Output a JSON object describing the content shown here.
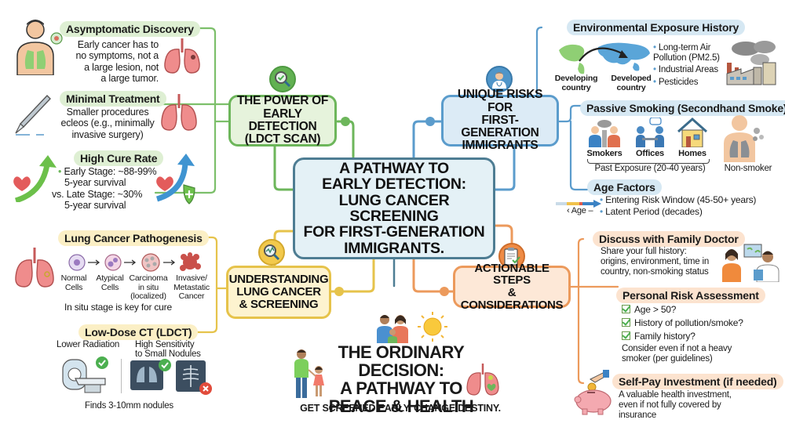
{
  "colors": {
    "green": "#6db65b",
    "blue": "#5b9ccc",
    "yellow": "#e6c34b",
    "orange": "#ec9a5c",
    "center_border": "#4e7d93",
    "center_fill": "#e4f1f6"
  },
  "center": {
    "lines": [
      "A Pathway to",
      "Early Detection:",
      "Lung Cancer Screening",
      "for First-Generation",
      "Immigrants."
    ],
    "icon": "none"
  },
  "early_detection": {
    "title_lines": [
      "The Power of",
      "Early Detection",
      "(LDCT Scan)"
    ],
    "icon": "magnifier-check-icon",
    "items": [
      {
        "title": "Asymptomatic Discovery",
        "text_lines": [
          "Early cancer has to",
          "no symptoms, not a",
          "a large lesion, not",
          "a large tumor."
        ],
        "icons": [
          "person-lungs-icon",
          "lungs-nodule-icon"
        ]
      },
      {
        "title": "Minimal Treatment",
        "text_lines": [
          "Smaller procedures",
          "ecleos (e.g., minimally",
          "invasive surgery)"
        ],
        "icons": [
          "scalpel-icon",
          "lungs-icon"
        ]
      },
      {
        "title": "High Cure Rate",
        "text_lines": [
          "Early Stage: ~88-99%",
          "5-year survival",
          "vs. Late Stage: ~30%",
          "5-year survival"
        ],
        "icons": [
          "heart-arrow-up-icon",
          "heart-shield-arrow-icon"
        ]
      }
    ]
  },
  "unique_risks": {
    "title_lines": [
      "Unique Risks for",
      "First-Generation",
      "Immigrants"
    ],
    "icon": "doctor-avatar-icon",
    "environmental": {
      "title": "Environmental Exposure History",
      "map_labels": [
        "Developing country",
        "Developed country"
      ],
      "bullets": [
        "Long-term Air Pollution (PM2.5)",
        "Industrial Areas",
        "Pesticides"
      ],
      "icons": [
        "world-map-migration-icon",
        "factory-smoke-icon"
      ]
    },
    "passive_smoking": {
      "title": "Passive Smoking (Secondhand Smoke)",
      "places": [
        "Smokers",
        "Offices",
        "Homes"
      ],
      "caption": "Past Exposure (20-40 years)",
      "person_label": "Non-smoker",
      "icons": [
        "smokers-icon",
        "office-meeting-icon",
        "house-icon",
        "non-smoker-lungs-icon"
      ]
    },
    "age": {
      "title": "Age Factors",
      "axis_label": "Age",
      "bullets": [
        "Entering Risk Window (45-50+ years)",
        "Latent Period (decades)"
      ],
      "icons": [
        "age-timeline-arrow-icon"
      ]
    }
  },
  "understanding": {
    "title_lines": [
      "Understanding",
      "Lung Cancer",
      "& Screening"
    ],
    "icon": "magnifier-chart-icon",
    "pathogenesis": {
      "title": "Lung Cancer Pathogenesis",
      "stages": [
        {
          "label": "Normal Cells"
        },
        {
          "label": "Atypical Cells"
        },
        {
          "label": "Carcinoma in situ (localized)"
        },
        {
          "label": "Invasive/ Metastatic Cancer"
        }
      ],
      "caption": "In situ stage is key for cure"
    },
    "ldct": {
      "title": "Low-Dose CT (LDCT)",
      "left_label": "Lower Radiation",
      "right_label_lines": [
        "High Sensitivity",
        "to Small Nodules"
      ],
      "caption": "Finds 3-10mm nodules",
      "icons": [
        "ct-scanner-check-icon",
        "lung-scan-check-icon",
        "xray-cross-icon"
      ]
    }
  },
  "actionable": {
    "title_lines": [
      "Actionable Steps",
      "& Considerations"
    ],
    "icon": "clipboard-check-icon",
    "doctor": {
      "title": "Discuss with Family Doctor",
      "text_lines": [
        "Share your full history:",
        "origins, environment, time in",
        "country, non-smoking status"
      ],
      "icons": [
        "patient-doctor-icon"
      ]
    },
    "assessment": {
      "title": "Personal Risk Assessment",
      "checks": [
        "Age > 50?",
        "History of pollution/smoke?",
        "Family history?"
      ],
      "note_lines": [
        "Consider even if not a heavy",
        "smoker (per guidelines)"
      ]
    },
    "selfpay": {
      "title": "Self-Pay Investment (if needed)",
      "text_lines": [
        "A valuable health investment,",
        "even if not fully covered by",
        "insurance"
      ],
      "icons": [
        "piggy-bank-coin-icon"
      ]
    }
  },
  "conclusion": {
    "title_lines": [
      "The Ordinary Decision:",
      "A Pathway to",
      "Peace & Health"
    ],
    "tagline": "Get Screened Early. Change Destiny.",
    "icons": [
      "family-icon",
      "sun-icon",
      "parent-child-icon",
      "healthy-lungs-icon"
    ]
  }
}
